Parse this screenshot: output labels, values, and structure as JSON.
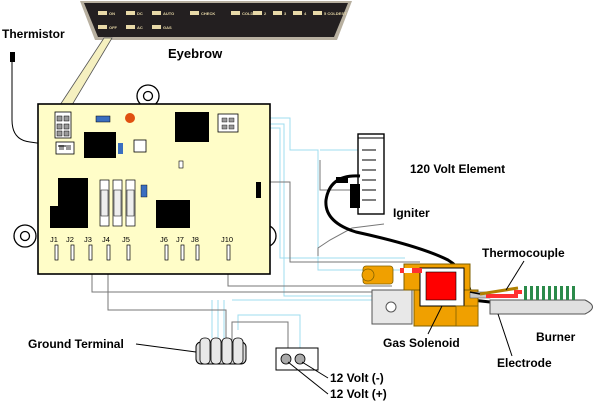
{
  "labels": {
    "thermistor": "Thermistor",
    "eyebrow": "Eyebrow",
    "element_120v": "120 Volt Element",
    "igniter": "Igniter",
    "thermocouple": "Thermocouple",
    "burner": "Burner",
    "gas_solenoid": "Gas Solenoid",
    "electrode": "Electrode",
    "ground_terminal": "Ground Terminal",
    "volt_neg": "12 Volt (-)",
    "volt_pos": "12 Volt (+)"
  },
  "eyebrow_panel": {
    "top_row": [
      "ON",
      "DC",
      "AUTO",
      "CHECK",
      "COLD 1",
      "2",
      "3",
      "4",
      "5 COLDEST"
    ],
    "bottom_row": [
      "OFF",
      "AC",
      "GAS"
    ]
  },
  "board_connectors": [
    "J1",
    "J2",
    "J3",
    "J4",
    "J5",
    "J6",
    "J7",
    "J8",
    "J10"
  ],
  "colors": {
    "board": "#fffdc8",
    "eyebrow_panel": "#231f20",
    "solenoid_red": "#ff0000",
    "valve_orange": "#f0a000",
    "wire_cyan": "#9fdcef",
    "burner_ports": "#2b8a4a"
  }
}
